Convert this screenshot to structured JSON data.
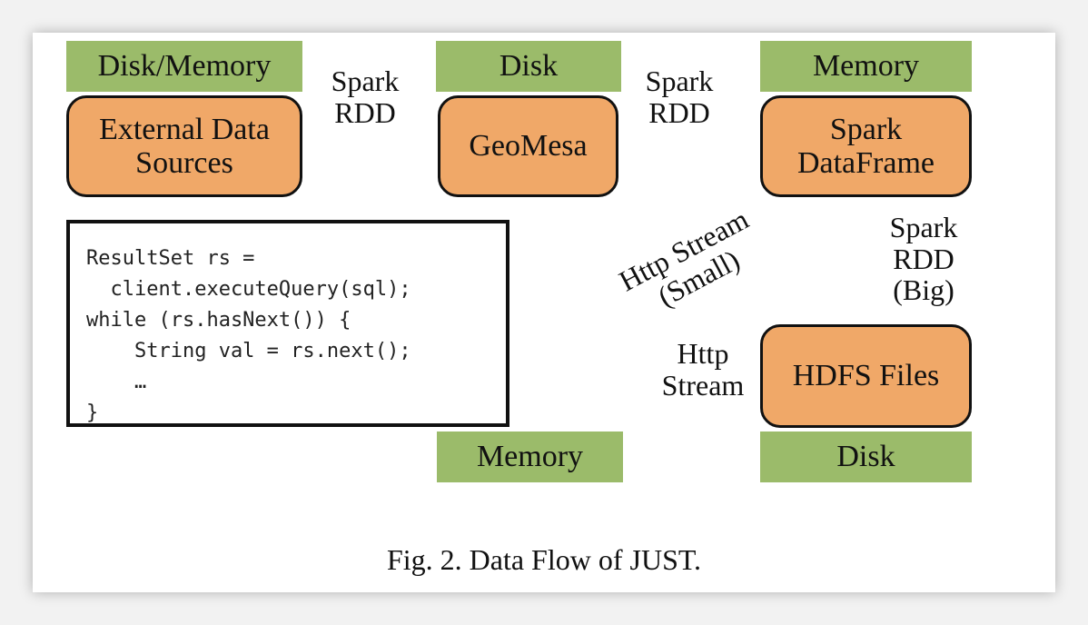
{
  "tags": {
    "disk_memory": "Disk/Memory",
    "disk_top": "Disk",
    "memory_top": "Memory",
    "memory_bottom": "Memory",
    "disk_bottom": "Disk"
  },
  "nodes": {
    "external": [
      "External Data",
      "Sources"
    ],
    "geomesa": [
      "GeoMesa"
    ],
    "dataframe": [
      "Spark",
      "DataFrame"
    ],
    "hdfs": [
      "HDFS Files"
    ]
  },
  "edge_labels": {
    "ext_to_geomesa": [
      "Spark",
      "RDD"
    ],
    "geomesa_to_df": [
      "Spark",
      "RDD"
    ],
    "df_to_hdfs": [
      "Spark",
      "RDD",
      "(Big)"
    ],
    "df_to_user": [
      "Http Stream",
      "(Small)"
    ],
    "hdfs_to_user": [
      "Http",
      "Stream"
    ]
  },
  "code_lines": [
    "ResultSet rs =",
    "  client.executeQuery(sql);",
    "while (rs.hasNext()) {",
    "    String val = rs.next();",
    "    …",
    "}"
  ],
  "caption": "Fig. 2.  Data Flow of JUST.",
  "colors": {
    "tag": "#9bbb6a",
    "node": "#f0a868",
    "dashed_arrow": "#1a12c4",
    "solid_arrow": "#000000"
  },
  "icons": {
    "user": "user-icon"
  }
}
